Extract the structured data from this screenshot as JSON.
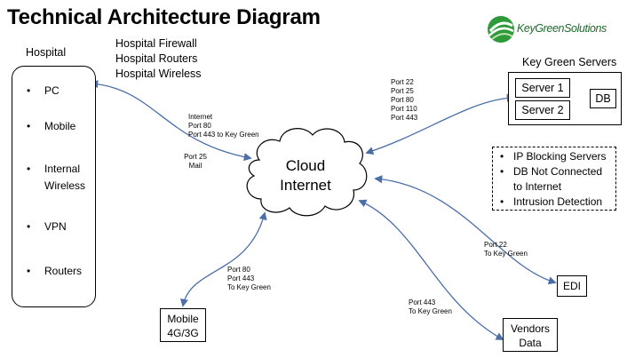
{
  "title": "Technical Architecture Diagram",
  "logo": {
    "text": "KeyGreenSolutions",
    "icon": "leaf-swirl-logo",
    "color": "#2e9a3a"
  },
  "hospital": {
    "label": "Hospital",
    "items": [
      "PC",
      "Mobile",
      "Internal",
      "Wireless",
      "VPN",
      "Routers"
    ]
  },
  "hospital_services": [
    "Hospital Firewall",
    "Hospital Routers",
    "Hospital Wireless"
  ],
  "key_green_servers": {
    "label": "Key Green Servers",
    "server1": "Server 1",
    "server2": "Server 2",
    "db": "DB"
  },
  "cloud": {
    "line1": "Cloud",
    "line2": "Internet"
  },
  "ports_hospital": [
    "Internet",
    "Port 80",
    "Port 443 to Key Green"
  ],
  "ports_mail": [
    "Port 25",
    "Mail"
  ],
  "ports_servers": [
    "Port 22",
    "Port 25",
    "Port 80",
    "Port 110",
    "Port 443"
  ],
  "notes": [
    "IP Blocking Servers",
    "DB Not Connected",
    "to Internet",
    "Intrusion Detection"
  ],
  "ports_mobile": [
    "Port 80",
    "Port 443",
    "To Key Green"
  ],
  "ports_edi": [
    "Port 22",
    "To Key Green"
  ],
  "ports_vendors": [
    "Port 443",
    "To Key Green"
  ],
  "mobile": {
    "line1": "Mobile",
    "line2": "4G/3G"
  },
  "edi": "EDI",
  "vendors": {
    "line1": "Vendors",
    "line2": "Data"
  },
  "bullet": "•",
  "colors": {
    "arrow": "#4a6ea8"
  }
}
